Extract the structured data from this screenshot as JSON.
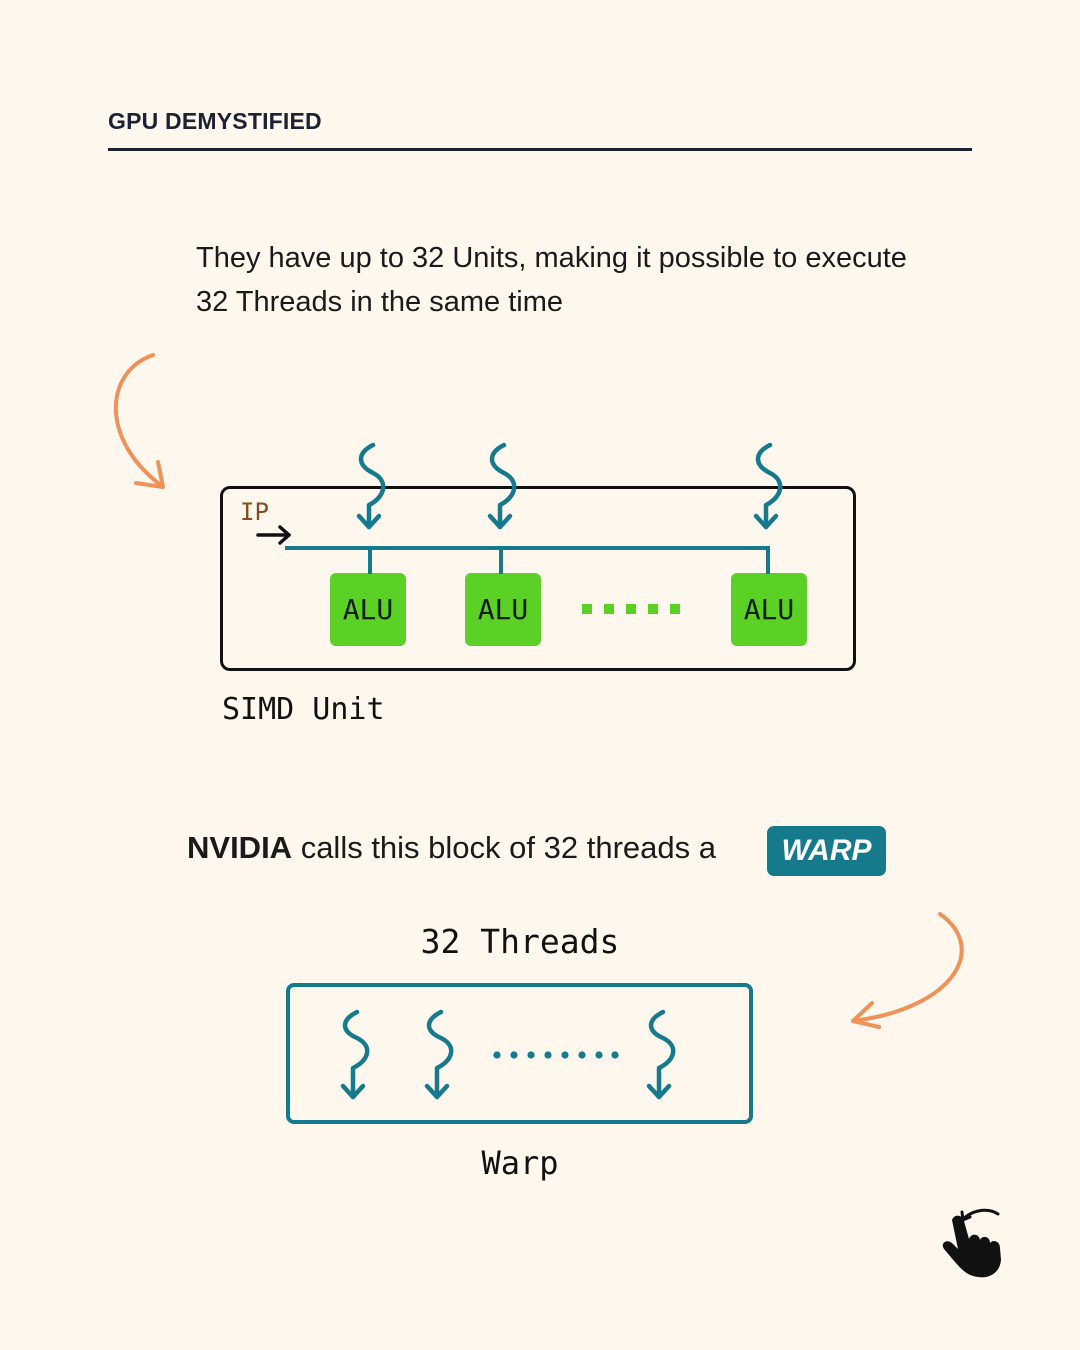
{
  "header": {
    "series_title": "GPU DEMYSTIFIED"
  },
  "intro": {
    "text": "They have up to 32 Units, making it possible to execute 32 Threads in the same time"
  },
  "simd_diagram": {
    "ip_label": "IP",
    "alu_labels": [
      "ALU",
      "ALU",
      "ALU"
    ],
    "caption": "SIMD Unit"
  },
  "warp_section": {
    "nvidia": "NVIDIA",
    "sentence": " calls this block of 32 threads a ",
    "badge": "WARP",
    "threads_heading": "32 Threads",
    "caption": "Warp"
  },
  "colors": {
    "background": "#fdf7ee",
    "accent_teal": "#157a8c",
    "alu_green": "#5bd126",
    "arrow_orange": "#ef9257",
    "ip_brown": "#8a4a1c"
  },
  "icons": {
    "curved_arrows": "orange-curved-arrow-icon",
    "thread": "squiggly-thread-arrow-icon",
    "swipe": "swipe-hand-icon"
  }
}
